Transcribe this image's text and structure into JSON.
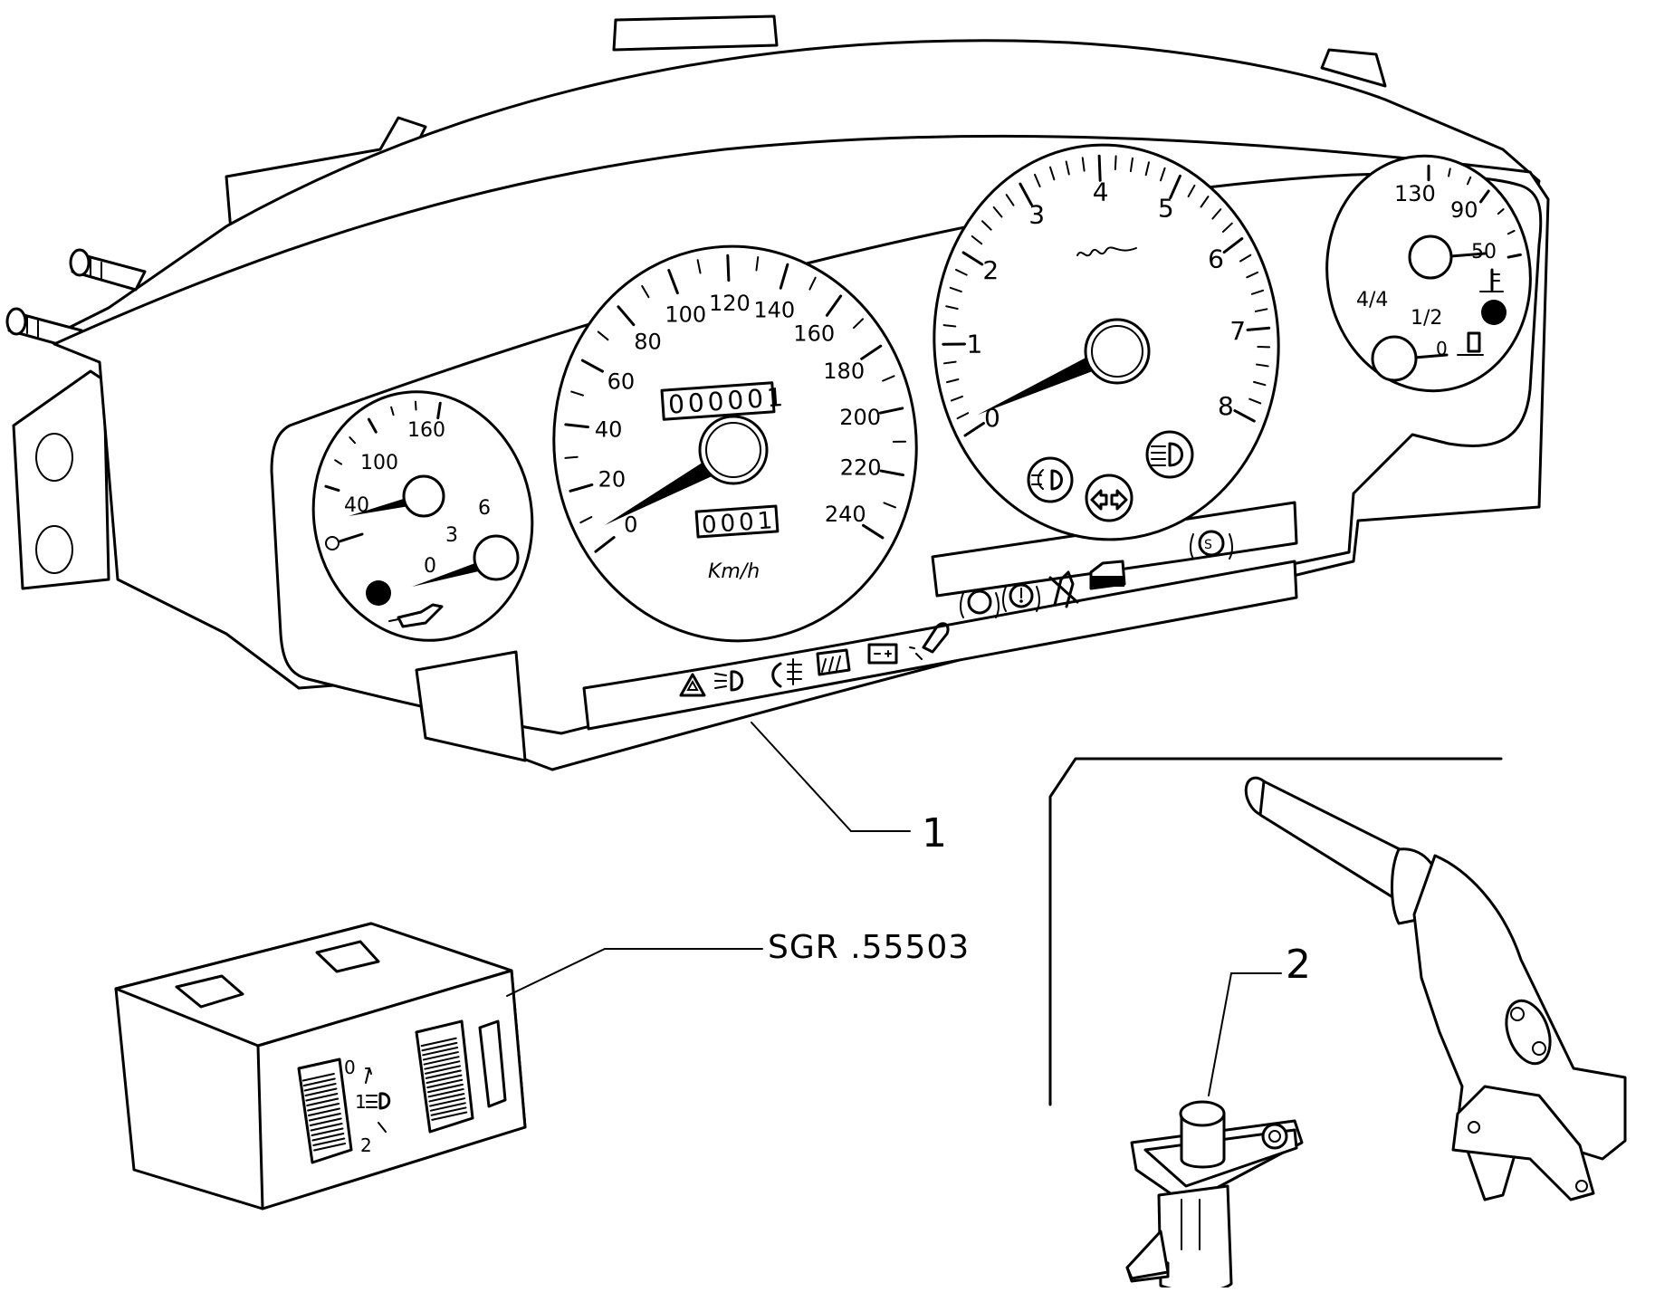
{
  "callouts": {
    "instrument_panel": "1",
    "handbrake_switch": "2",
    "light_switch_ref": "SGR .55503"
  },
  "speedometer": {
    "ticks": [
      "0",
      "20",
      "40",
      "60",
      "80",
      "100",
      "120",
      "140",
      "160",
      "180",
      "200",
      "220",
      "240"
    ],
    "unit": "Km/h",
    "odometer": "000001",
    "trip": "0001"
  },
  "tachometer": {
    "ticks": [
      "0",
      "1",
      "2",
      "3",
      "4",
      "5",
      "6",
      "7",
      "8"
    ]
  },
  "oil_gauge": {
    "temp_ticks": [
      "40",
      "100",
      "160"
    ],
    "pressure_ticks": [
      "0",
      "3",
      "6"
    ]
  },
  "right_gauge": {
    "temp_ticks": [
      "130",
      "90",
      "50"
    ],
    "fuel_ticks": [
      "4/4",
      "1/2",
      "0"
    ]
  },
  "light_switch": {
    "positions": [
      "0",
      "1",
      "2"
    ]
  },
  "icons": [
    "hazard-icon",
    "headlight-icon",
    "fog-light-icon",
    "rear-defrost-icon",
    "battery-icon",
    "bulb-failure-icon",
    "brake-wear-icon",
    "brake-icon",
    "seatbelt-icon",
    "door-open-icon",
    "abs-icon",
    "front-fog-icon",
    "turn-signal-icon",
    "high-beam-icon",
    "oil-can-icon",
    "coolant-icon",
    "fuel-icon"
  ]
}
